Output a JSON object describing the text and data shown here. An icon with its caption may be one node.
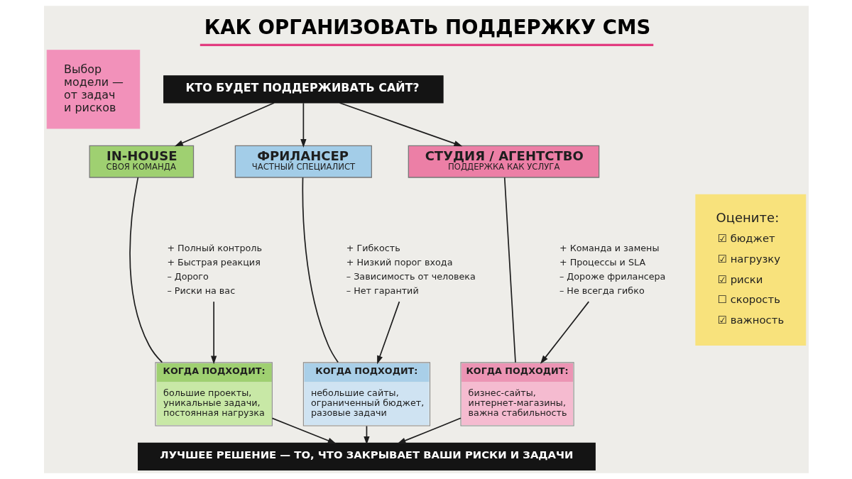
{
  "diagram": {
    "title": "КАК ОРГАНИЗОВАТЬ ПОДДЕРЖКУ CMS",
    "nodes": [
      {
        "text": [
          "Выбор модели — от задач и рисков"
        ]
      },
      {
        "text": [
          "КТО БУДЕТ ПОДДЕРЖИВАТЬ САЙТ?"
        ]
      },
      {
        "text": [
          "IN-HOUSE",
          "СВОЯ КОМАНДА"
        ]
      },
      {
        "text": [
          "+ Полный контроль",
          "+ Быстрая реакция",
          "– Дорого",
          "– Риски на вас"
        ]
      },
      {
        "text": [
          "КОГДА ПОДХОДИТ:",
          "большие проекты, уникальные задачи, постоянная нагрузка"
        ]
      },
      {
        "text": [
          "ФРИЛАНСЕР",
          "ЧАСТНЫЙ СПЕЦИАЛИСТ"
        ]
      },
      {
        "text": [
          "+ Гибкость",
          "+ Низкий порог входа",
          "– Зависимость от человека",
          "– Нет гарантий"
        ]
      },
      {
        "text": [
          "КОГДА ПОДХОДИТ:",
          "небольшие сайты, ограниченный бюджет, разовые задачи"
        ]
      },
      {
        "text": [
          "СТУДИЯ / АГЕНТСТВО",
          "ПОДДЕРЖКА КАК УСЛУГА"
        ]
      },
      {
        "text": [
          "+ Команда и замены",
          "+ Процессы и SLA",
          "– Дороже фрилансера",
          "– Не всегда гибко"
        ]
      },
      {
        "text": [
          "КОГДА ПОДХОДИТ:",
          "бизнес-сайты, интернет-магазины, важна стабильность"
        ]
      },
      {
        "text": [
          "ЛУЧШЕЕ РЕШЕНИЕ — ТО, ЧТО ЗАКРЫВАЕТ ВАШИ РИСКИ И ЗАДАЧИ"
        ]
      },
      {
        "text": [
          "Оцените:",
          "☑ бюджет",
          "☑ нагрузку",
          "☑ риски",
          "☐ скорость",
          "☑ важность"
        ]
      }
    ],
    "edges": [
      {
        "from": 1,
        "to": 2,
        "arrow": "to"
      },
      {
        "from": 1,
        "to": 5,
        "arrow": "to"
      },
      {
        "from": 1,
        "to": 8,
        "arrow": "to"
      },
      {
        "from": 2,
        "to": 4,
        "arrow": "none"
      },
      {
        "from": 3,
        "to": 4,
        "arrow": "to"
      },
      {
        "from": 5,
        "to": 7,
        "arrow": "none"
      },
      {
        "from": 6,
        "to": 7,
        "arrow": "to"
      },
      {
        "from": 8,
        "to": 10,
        "arrow": "none"
      },
      {
        "from": 9,
        "to": 10,
        "arrow": "to"
      },
      {
        "from": 4,
        "to": 11,
        "arrow": "to"
      },
      {
        "from": 7,
        "to": 11,
        "arrow": "to"
      },
      {
        "from": 10,
        "to": 11,
        "arrow": "to"
      }
    ]
  }
}
